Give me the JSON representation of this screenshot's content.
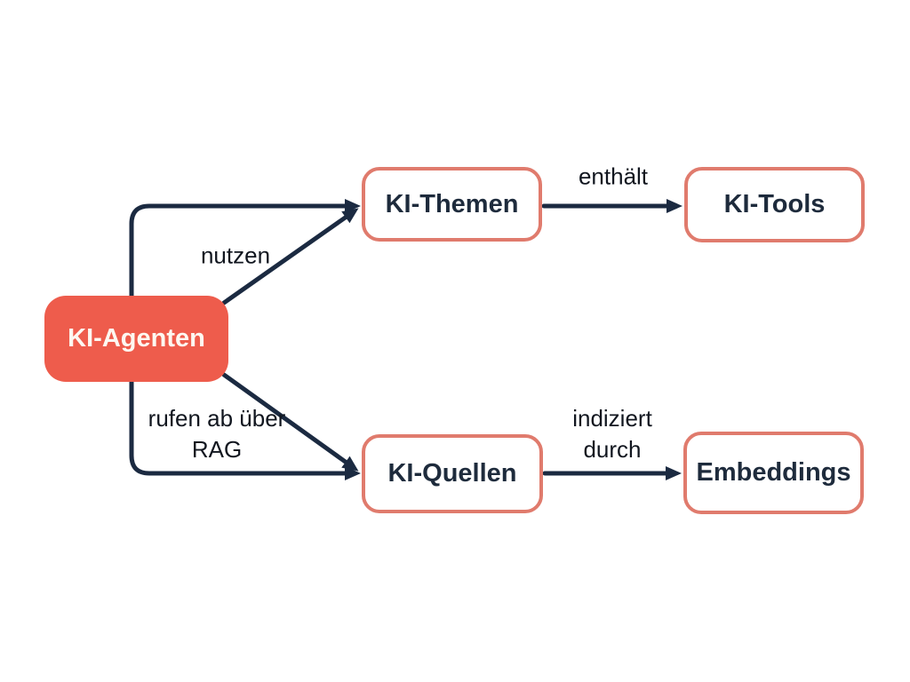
{
  "diagram": {
    "type": "concept-map",
    "nodes": [
      {
        "id": "ki-agenten",
        "label": "KI-Agenten",
        "style": "filled"
      },
      {
        "id": "ki-themen",
        "label": "KI-Themen",
        "style": "outlined"
      },
      {
        "id": "ki-tools",
        "label": "KI-Tools",
        "style": "outlined"
      },
      {
        "id": "ki-quellen",
        "label": "KI-Quellen",
        "style": "outlined"
      },
      {
        "id": "embeddings",
        "label": "Embeddings",
        "style": "outlined"
      }
    ],
    "edges": [
      {
        "from": "KI-Agenten",
        "to": "KI-Themen",
        "label": "nutzen",
        "label_lines": [
          "nutzen"
        ]
      },
      {
        "from": "KI-Themen",
        "to": "KI-Tools",
        "label": "enthält",
        "label_lines": [
          "enthält"
        ]
      },
      {
        "from": "KI-Agenten",
        "to": "KI-Quellen",
        "label": "rufen ab über RAG",
        "label_lines": [
          "rufen ab über",
          "RAG"
        ]
      },
      {
        "from": "KI-Quellen",
        "to": "Embeddings",
        "label": "indiziert durch",
        "label_lines": [
          "indiziert",
          "durch"
        ]
      }
    ],
    "colors": {
      "background": "#ffffff",
      "primary_node_fill": "#ee5c4c",
      "primary_node_text": "#fdf8f1",
      "outlined_node_border": "#e07b6d",
      "outlined_node_text": "#1e2b3c",
      "edge_stroke": "#1b2a41",
      "edge_label_text": "#11161f"
    }
  }
}
